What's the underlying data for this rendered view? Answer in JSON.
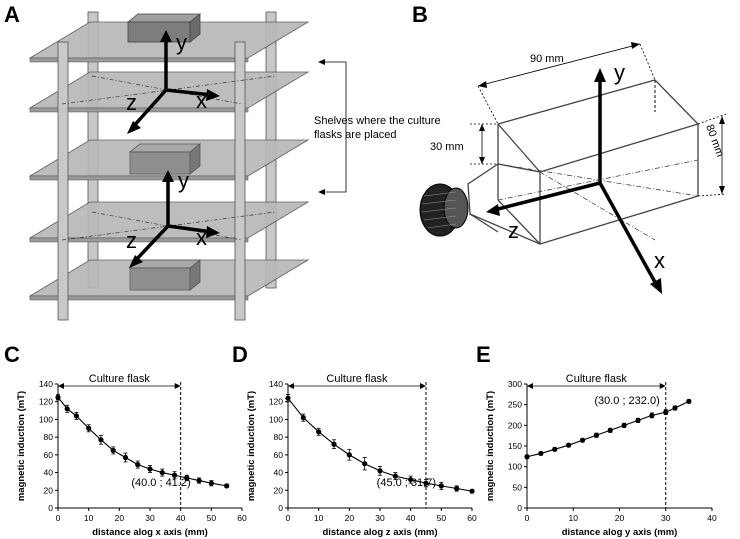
{
  "panel_labels": [
    "A",
    "B",
    "C",
    "D",
    "E"
  ],
  "panelA": {
    "shelf_note_line1": "Shelves where the culture",
    "shelf_note_line2": "flasks are placed",
    "axis_y": "y",
    "axis_x": "x",
    "axis_z": "z"
  },
  "panelB": {
    "dim_length": "90 mm",
    "dim_width": "80 mm",
    "dim_height": "30 mm",
    "axis_y": "y",
    "axis_x": "x",
    "axis_z": "z"
  },
  "colors": {
    "shelf": "#b8b8b8",
    "box": "#8a8a8a",
    "line": "#000000"
  },
  "chart_data": [
    {
      "id": "C",
      "type": "line",
      "xlabel": "distance alog x axis (mm)",
      "ylabel": "magnetic induction (mT)",
      "xlim": [
        0,
        60
      ],
      "ylim": [
        0,
        140
      ],
      "xticks": [
        0,
        10,
        20,
        30,
        40,
        50,
        60
      ],
      "yticks": [
        0,
        20,
        40,
        60,
        80,
        100,
        120,
        140
      ],
      "bracket_label": "Culture flask",
      "bracket_range": [
        0,
        40
      ],
      "cutoff_x": 40,
      "annotation": "(40.0 ; 41.2)",
      "x": [
        0,
        3,
        6,
        10,
        14,
        18,
        22,
        26,
        30,
        34,
        38,
        42,
        46,
        50,
        55
      ],
      "y": [
        125,
        112,
        104,
        90,
        77,
        65,
        57,
        49,
        44,
        40,
        37,
        34,
        31,
        28,
        25
      ],
      "err": [
        3,
        4,
        4,
        4,
        5,
        4,
        5,
        4,
        4,
        4,
        4,
        3,
        3,
        3,
        2
      ]
    },
    {
      "id": "D",
      "type": "line",
      "xlabel": "distance alog z axis (mm)",
      "ylabel": "magnetic induction (mT)",
      "xlim": [
        0,
        60
      ],
      "ylim": [
        0,
        140
      ],
      "xticks": [
        0,
        10,
        20,
        30,
        40,
        50,
        60
      ],
      "yticks": [
        0,
        20,
        40,
        60,
        80,
        100,
        120,
        140
      ],
      "bracket_label": "Culture flask",
      "bracket_range": [
        0,
        45
      ],
      "cutoff_x": 45,
      "annotation": "(45.0 ; 31.7)",
      "x": [
        0,
        5,
        10,
        15,
        20,
        25,
        30,
        35,
        40,
        45,
        50,
        55,
        60
      ],
      "y": [
        124,
        102,
        86,
        72,
        60,
        50,
        42,
        36,
        32,
        28,
        25,
        22,
        19
      ],
      "err": [
        4,
        4,
        4,
        5,
        6,
        7,
        5,
        4,
        4,
        4,
        4,
        3,
        2
      ]
    },
    {
      "id": "E",
      "type": "line",
      "xlabel": "distance alog y axis (mm)",
      "ylabel": "magnetic induction (mT)",
      "xlim": [
        0,
        40
      ],
      "ylim": [
        0,
        300
      ],
      "xticks": [
        0,
        10,
        20,
        30,
        40
      ],
      "yticks": [
        0,
        50,
        100,
        150,
        200,
        250,
        300
      ],
      "bracket_label": "Culture flask",
      "bracket_range": [
        0,
        30
      ],
      "cutoff_x": 30,
      "annotation": "(30.0 ; 232.0)",
      "x": [
        0,
        3,
        6,
        9,
        12,
        15,
        18,
        21,
        24,
        27,
        30,
        32,
        35
      ],
      "y": [
        124,
        132,
        142,
        152,
        164,
        176,
        188,
        200,
        212,
        224,
        232,
        242,
        258
      ],
      "err": [
        4,
        4,
        4,
        4,
        4,
        5,
        5,
        5,
        5,
        6,
        6,
        5,
        4
      ]
    }
  ]
}
